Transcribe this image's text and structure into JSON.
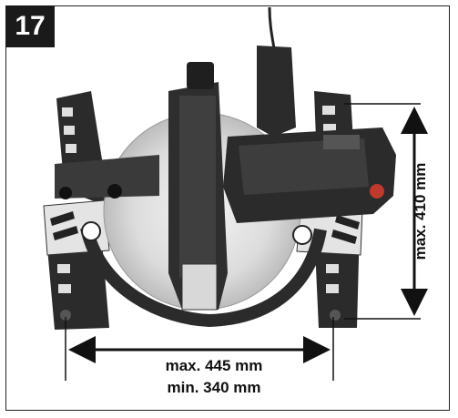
{
  "figure": {
    "step_number": "17",
    "height_label": "max. 410 mm",
    "width_max_label": "max. 445 mm",
    "width_min_label": "min. 340 mm"
  },
  "colors": {
    "frame": "#222222",
    "badge_bg": "#1a1a1a",
    "machine_dark": "#2b2b2b",
    "blade": "#d9d9d9",
    "accent_red": "#c0392b"
  },
  "icons": [
    "step-badge",
    "miter-saw-illustration",
    "dimension-arrow"
  ]
}
